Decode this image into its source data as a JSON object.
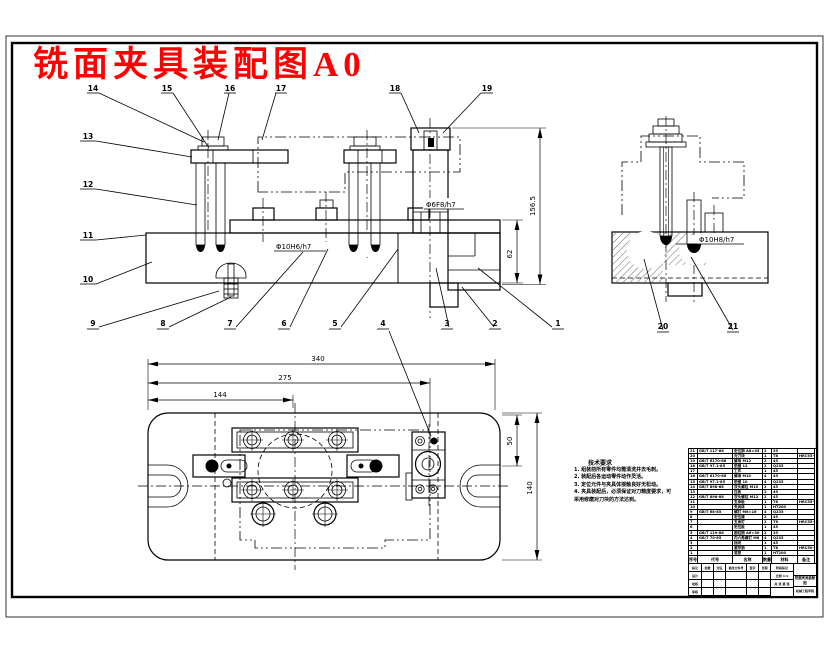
{
  "title": "铣面夹具装配图A0",
  "colors": {
    "accent_red": "#ff0000",
    "line": "#000000",
    "paper": "#ffffff"
  },
  "front_view": {
    "callouts_top": [
      "14",
      "15",
      "16",
      "17",
      "18",
      "19"
    ],
    "callouts_left": [
      "13",
      "12",
      "11",
      "10"
    ],
    "callouts_bottom": [
      "9",
      "8",
      "7",
      "6",
      "5",
      "4",
      "3",
      "2",
      "1"
    ],
    "fit_label_center": "Φ10H6/h7",
    "fit_label_post": "Φ6F8/h7",
    "dim_total_height": "156.5",
    "dim_step_height": "62"
  },
  "side_view": {
    "callouts": [
      "20",
      "21"
    ],
    "fit_label": "Φ10H8/h7"
  },
  "plan_view": {
    "dim_340": "340",
    "dim_275": "275",
    "dim_144": "144",
    "dim_50": "50",
    "dim_140": "140"
  },
  "notes": {
    "heading": "技术要求",
    "lines": [
      "1. 组装前所有零件均需清洗并去毛刺。",
      "2. 装配后各运动零件动作灵活。",
      "3. 定位元件与夹具体接触良好无松动。",
      "4. 夹具装配后，必须保证对刀精度要求，可",
      "   采用修磨对刀块的方法达到。"
    ]
  },
  "parts_table": {
    "header": [
      "序号",
      "代号",
      "名称",
      "数量",
      "材料",
      "备注"
    ],
    "rows": [
      [
        "21",
        "GB/T 117-86",
        "定位销 A8×35",
        "2",
        "35",
        ""
      ],
      [
        "20",
        "",
        "对刀块",
        "1",
        "T8",
        "HRC55~60"
      ],
      [
        "19",
        "GB/T 6170-86",
        "螺母 M12",
        "2",
        "45",
        ""
      ],
      [
        "18",
        "GB/T 97.1-85",
        "垫圈 12",
        "2",
        "Q235",
        ""
      ],
      [
        "17",
        "",
        "工件",
        "1",
        "45",
        ""
      ],
      [
        "16",
        "GB/T 6170-86",
        "螺母 M10",
        "4",
        "45",
        ""
      ],
      [
        "15",
        "GB/T 97.1-85",
        "垫圈 10",
        "4",
        "Q235",
        ""
      ],
      [
        "14",
        "GB/T 898-88",
        "双头螺柱 M10",
        "2",
        "45",
        ""
      ],
      [
        "13",
        "",
        "压板",
        "2",
        "45",
        ""
      ],
      [
        "12",
        "GB/T 898-88",
        "双头螺柱 M12",
        "2",
        "45",
        ""
      ],
      [
        "11",
        "",
        "支承板",
        "1",
        "T8",
        "HRC55~60"
      ],
      [
        "10",
        "",
        "夹具体",
        "1",
        "HT200",
        ""
      ],
      [
        "9",
        "GB/T 68-85",
        "螺钉 M6×16",
        "4",
        "Q235",
        ""
      ],
      [
        "8",
        "",
        "定位键",
        "2",
        "45",
        ""
      ],
      [
        "7",
        "",
        "支承钉",
        "2",
        "T8",
        "HRC55~60"
      ],
      [
        "6",
        "",
        "定位板",
        "1",
        "45",
        ""
      ],
      [
        "5",
        "GB/T 119-86",
        "圆柱销 A6×30",
        "2",
        "35",
        ""
      ],
      [
        "4",
        "GB/T 70-85",
        "内六角螺钉 M8",
        "4",
        "Q235",
        ""
      ],
      [
        "3",
        "",
        "挡块",
        "1",
        "45",
        ""
      ],
      [
        "2",
        "",
        "菱形销",
        "1",
        "T8",
        "HRC50~55"
      ],
      [
        "1",
        "",
        "底座",
        "1",
        "HT200",
        ""
      ]
    ]
  },
  "title_block": {
    "rev_header": [
      "标记",
      "处数",
      "分区",
      "更改文件号",
      "签字",
      "日期"
    ],
    "role_rows": [
      "设计",
      "校核",
      "审核"
    ],
    "stage_label": "阶段标记",
    "scale_label": "比例 1:1",
    "sheet_info": "共 张 第 张",
    "drawing_name": "铣面夹具装配图",
    "org_name": "机械工程学院"
  }
}
